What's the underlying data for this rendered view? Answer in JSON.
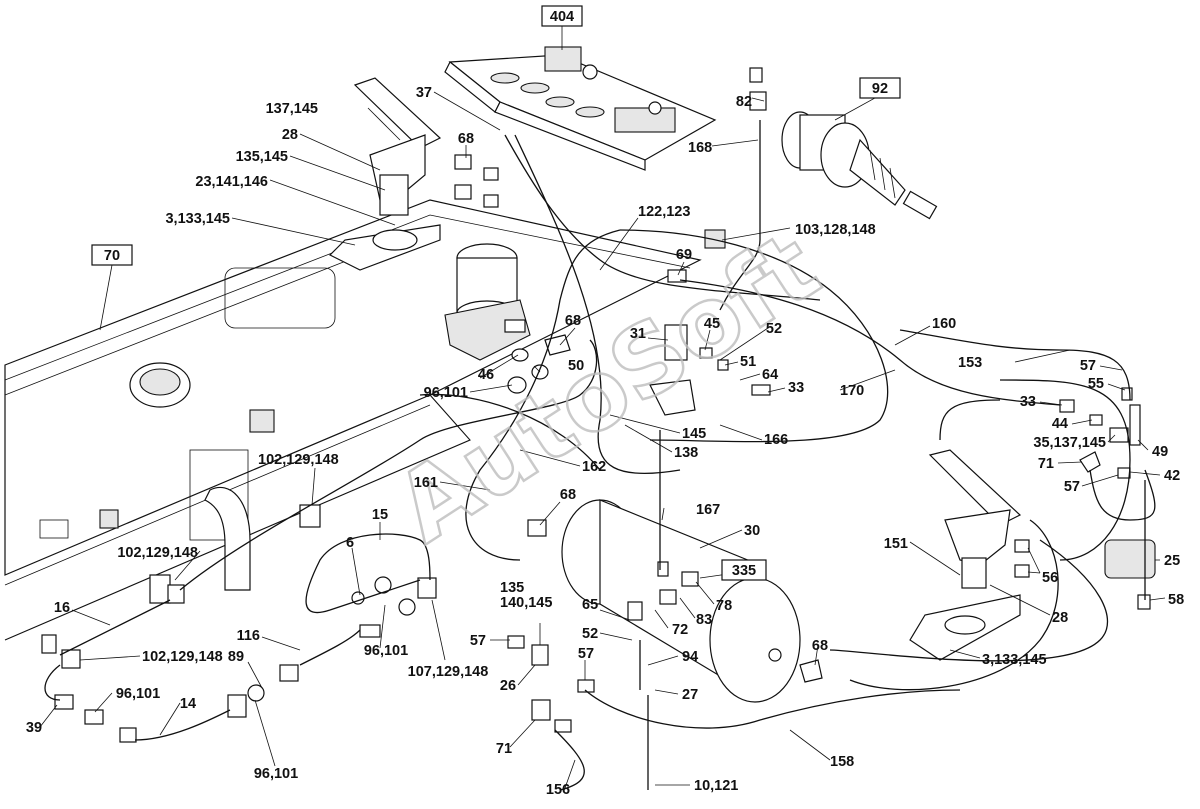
{
  "watermark": "AutoSoft",
  "boxed_labels": [
    "404",
    "92",
    "70",
    "335"
  ],
  "callouts": {
    "c137_145_top": "137,145",
    "c28_top": "28",
    "c135_145_top": "135,145",
    "c23_141_146": "23,141,146",
    "c3_133_145_left": "3,133,145",
    "c37": "37",
    "c68_a": "68",
    "c82": "82",
    "c168": "168",
    "c122_123": "122,123",
    "c103_128_148": "103,128,148",
    "c69": "69",
    "c68_b": "68",
    "c31": "31",
    "c45": "45",
    "c52_a": "52",
    "c51": "51",
    "c64": "64",
    "c33_a": "33",
    "c160": "160",
    "c170": "170",
    "c153": "153",
    "c57_a": "57",
    "c55": "55",
    "c33_b": "33",
    "c44": "44",
    "c35_137_145": "35,137,145",
    "c49": "49",
    "c71_a": "71",
    "c42": "42",
    "c57_b": "57",
    "c46": "46",
    "c50": "50",
    "c96_101_a": "96,101",
    "c145": "145",
    "c138": "138",
    "c166": "166",
    "c162": "162",
    "c161": "161",
    "c102_129_148_a": "102,129,148",
    "c68_c": "68",
    "c167": "167",
    "c30": "30",
    "c151": "151",
    "c25": "25",
    "c56": "56",
    "c58": "58",
    "c28_right": "28",
    "c3_133_145_right": "3,133,145",
    "c15": "15",
    "c6": "6",
    "c102_129_148_b": "102,129,148",
    "c16": "16",
    "c116": "116",
    "c96_101_b": "96,101",
    "c107_129_148": "107,129,148",
    "c135_140_145": "135\n140,145",
    "c65": "65",
    "c72": "72",
    "c83": "83",
    "c78": "78",
    "c57_c": "57",
    "c52_b": "52",
    "c57_d": "57",
    "c94": "94",
    "c26": "26",
    "c27": "27",
    "c68_d": "68",
    "c102_129_148_c": "102,129,148",
    "c89": "89",
    "c96_101_c": "96,101",
    "c14": "14",
    "c39": "39",
    "c96_101_d": "96,101",
    "c71_b": "71",
    "c156": "156",
    "c10_121": "10,121",
    "c158": "158"
  }
}
